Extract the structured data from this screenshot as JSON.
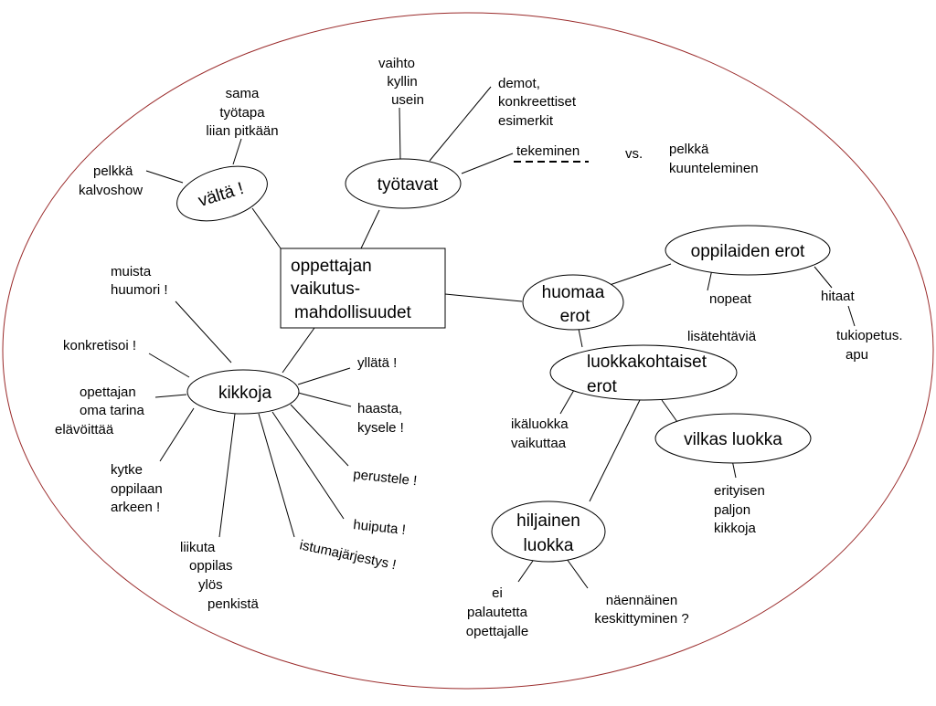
{
  "diagram": {
    "center": [
      "oppettajan",
      "vaikutus-",
      "mahdollisuudet"
    ],
    "nodes": {
      "valta": "vältä !",
      "tyotavat": "työtavat",
      "kikkoja": "kikkoja",
      "huomaa": [
        "huomaa",
        "erot"
      ],
      "oppilaiden": "oppilaiden erot",
      "luokkakohtaiset": [
        "luokkakohtaiset",
        "erot"
      ],
      "vilkas": "vilkas luokka",
      "hiljainen": [
        "hiljainen",
        "luokka"
      ]
    },
    "labels": {
      "sama": [
        "sama",
        "työtapa",
        "liian pitkään"
      ],
      "pelkka_kalvo": [
        "pelkkä",
        "kalvoshow"
      ],
      "vaihto": [
        "vaihto",
        "kyllin",
        "usein"
      ],
      "demot": [
        "demot,",
        "konkreettiset",
        "esimerkit"
      ],
      "tekeminen": "tekeminen",
      "vs": "vs.",
      "pelkka_kuunt": [
        "pelkkä",
        "kuunteleminen"
      ],
      "muista": [
        "muista",
        "huumori !"
      ],
      "konkretisoi": "konkretisoi !",
      "tarina": [
        "opettajan",
        "oma tarina",
        "elävöittää"
      ],
      "kytke": [
        "kytke",
        "oppilaan",
        "arkeen !"
      ],
      "liikuta": [
        "liikuta",
        "oppilas",
        "ylös",
        "penkistä"
      ],
      "istuma": "istumajärjestys !",
      "huiputa": "huiputa !",
      "perustele": "perustele !",
      "haasta": [
        "haasta,",
        "kysele !"
      ],
      "yllata": "yllätä !",
      "nopeat": "nopeat",
      "lisatehtavia": "lisätehtäviä",
      "hitaat": "hitaat",
      "tukiopetus": [
        "tukiopetus.",
        "apu"
      ],
      "ikaluokka": [
        "ikäluokka",
        "vaikuttaa"
      ],
      "erityisen": [
        "erityisen",
        "paljon",
        "kikkoja"
      ],
      "ei_palautetta": [
        "ei",
        "palautetta",
        "opettajalle"
      ],
      "naennainen": [
        "näennäinen",
        "keskittyminen ?"
      ]
    }
  }
}
